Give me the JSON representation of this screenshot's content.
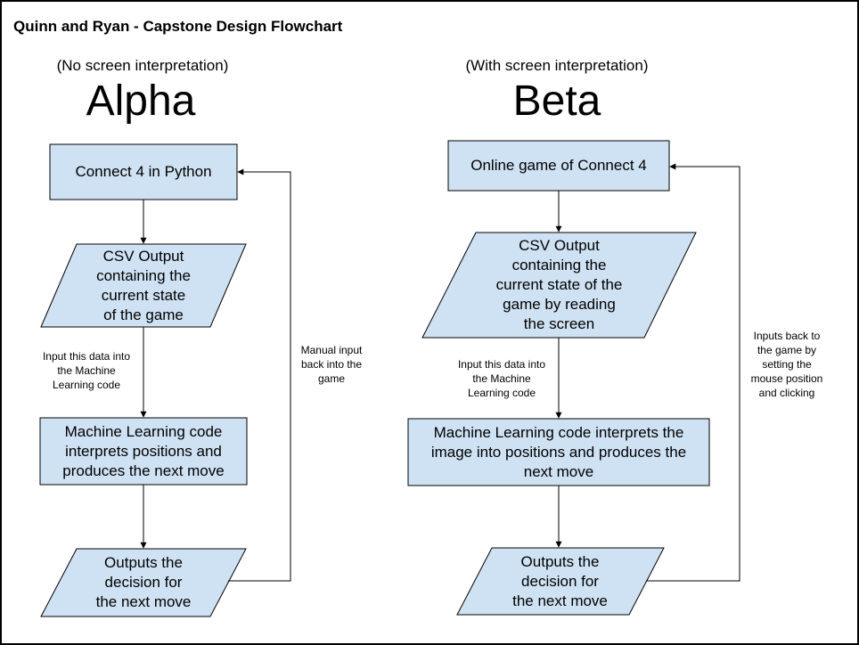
{
  "title": "Quinn and Ryan - Capstone Design Flowchart",
  "colors": {
    "node_fill": "#cfe2f3",
    "stroke": "#000000",
    "background": "#ffffff"
  },
  "alpha": {
    "subtitle": "(No screen interpretation)",
    "heading": "Alpha",
    "start": "Connect 4 in Python",
    "csv": "CSV Output\ncontaining the\ncurrent state\nof the game",
    "input_label": "Input this data into\nthe Machine\nLearning code",
    "ml": "Machine Learning code\ninterprets positions and\nproduces the next move",
    "output": "Outputs the\ndecision for\nthe next move",
    "loop_label": "Manual input\nback into the\ngame"
  },
  "beta": {
    "subtitle": "(With screen interpretation)",
    "heading": "Beta",
    "start": "Online game of Connect 4",
    "csv": "CSV Output\ncontaining the\ncurrent state of the\ngame by reading\nthe screen",
    "input_label": "Input this data into\nthe Machine\nLearning code",
    "ml": "Machine Learning code interprets the\nimage into positions and produces the\nnext move",
    "output": "Outputs the\ndecision for\nthe next move",
    "loop_label": "Inputs back to\nthe game by\nsetting the\nmouse position\nand clicking"
  }
}
